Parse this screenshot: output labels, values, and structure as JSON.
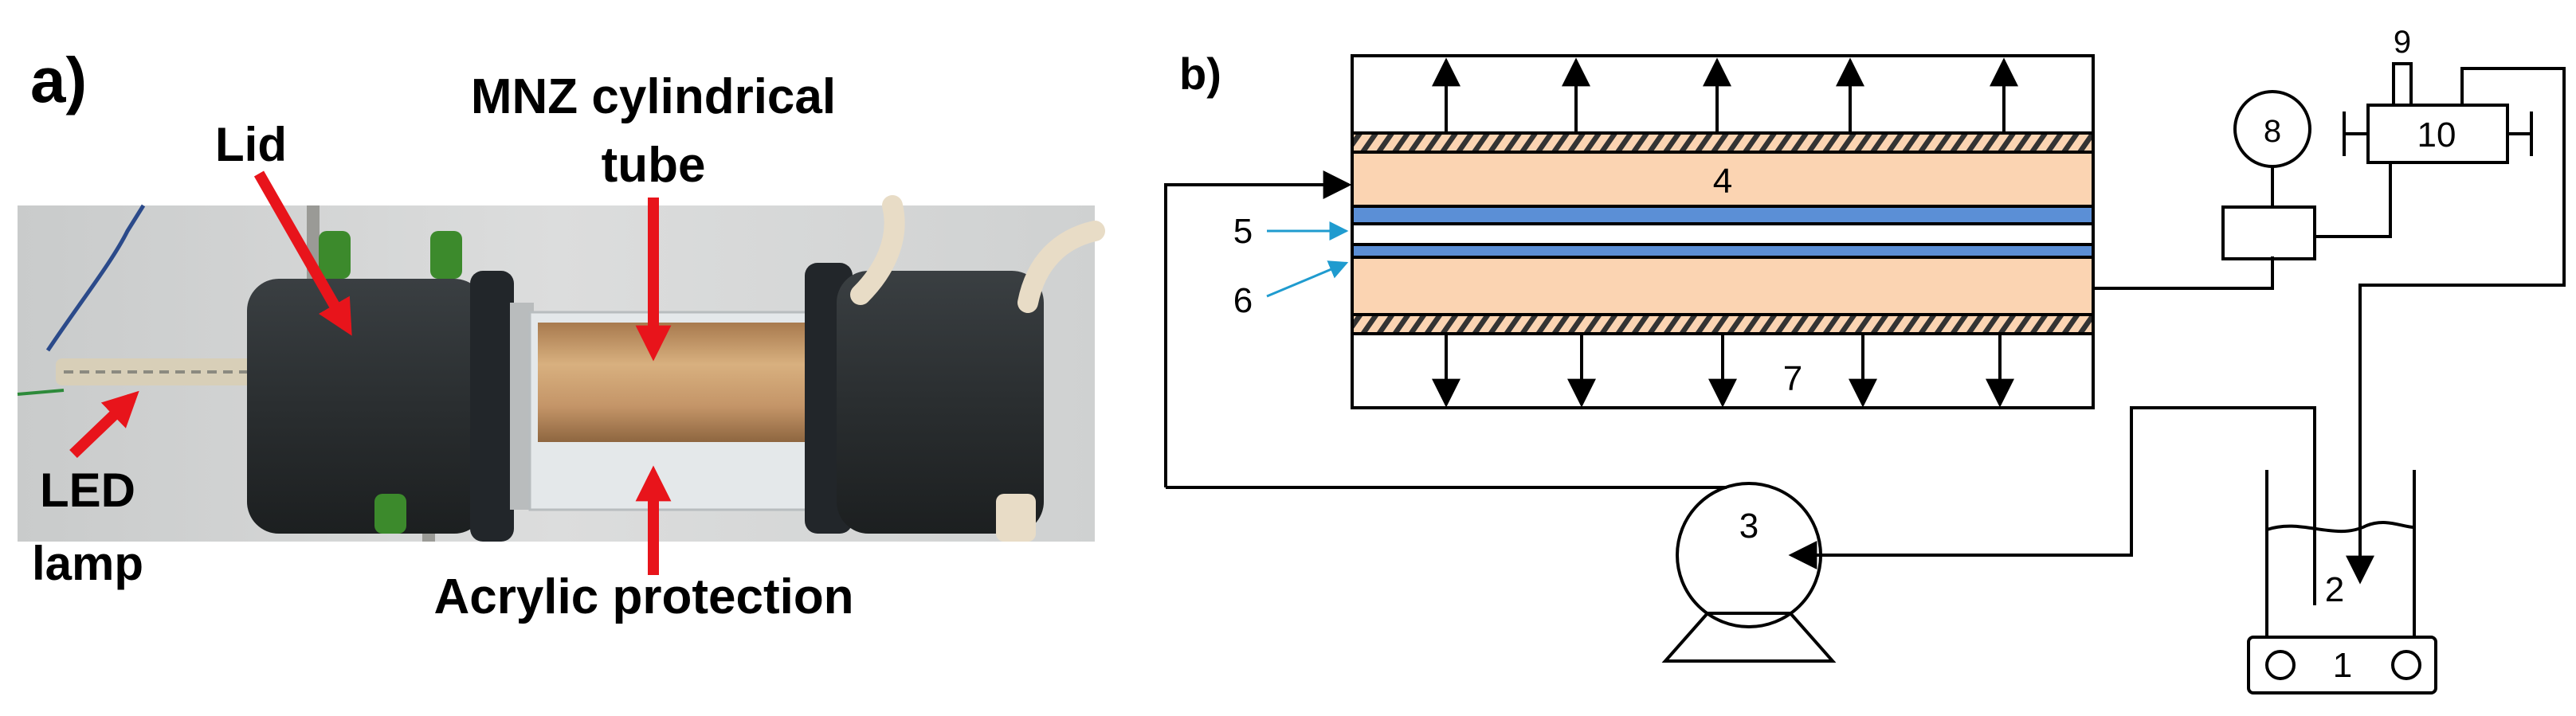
{
  "panel_a": {
    "letter": "a)",
    "labels": {
      "lid": "Lid",
      "tube_line1": "MNZ cylindrical",
      "tube_line2": "tube",
      "led_line1": "LED",
      "led_line2": "lamp",
      "acrylic": "Acrylic protection"
    }
  },
  "panel_b": {
    "letter": "b)",
    "numbers": {
      "n1": "1",
      "n2": "2",
      "n3": "3",
      "n4": "4",
      "n5": "5",
      "n6": "6",
      "n7": "7",
      "n8": "8",
      "n9": "9",
      "n10": "10"
    }
  },
  "colors": {
    "arrow_red": "#e8141b",
    "membrane_fill": "#fbd4b2",
    "channel_blue": "#5b8fd6",
    "pointer_blue": "#1f9bcf",
    "lid_dark": "#2a2e30",
    "tube_brown": "#c69a6b"
  }
}
